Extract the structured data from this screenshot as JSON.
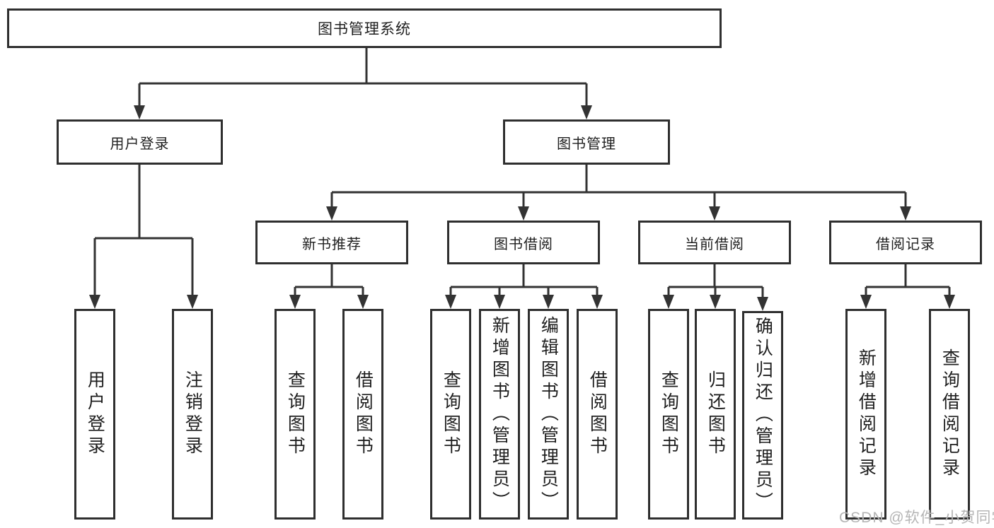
{
  "diagram": {
    "nodes": {
      "root": "图书管理系统",
      "level2": [
        "用户登录",
        "图书管理"
      ],
      "level3": [
        "新书推荐",
        "图书借阅",
        "当前借阅",
        "借阅记录"
      ],
      "leaves": {
        "user_login": [
          "用户登录",
          "注销登录"
        ],
        "new_book": [
          "查询图书",
          "借阅图书"
        ],
        "borrow": [
          "查询图书",
          "新增图书（管理员）",
          "编辑图书（管理员）",
          "借阅图书"
        ],
        "current": [
          "查询图书",
          "归还图书",
          "确认归还（管理员）"
        ],
        "records": [
          "新增借阅记录",
          "查询借阅记录"
        ]
      }
    },
    "colors": {
      "line": "#333333",
      "box_border": "#2f2f2f",
      "text": "#1f1f1f",
      "background": "#ffffff",
      "watermark": "#b5b5b5"
    }
  },
  "watermark": "CSDN @软件_小贺同学"
}
